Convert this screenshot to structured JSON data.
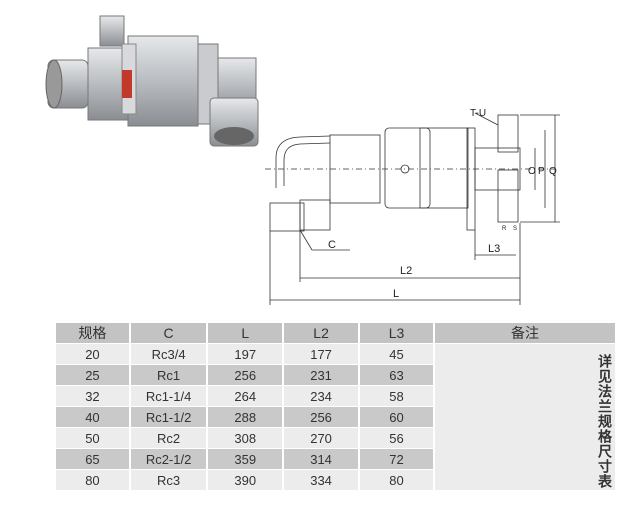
{
  "drawing": {
    "labels": {
      "tu": "T-U",
      "o": "O",
      "p": "P",
      "q": "Q",
      "r": "R",
      "s": "S",
      "c": "C",
      "l3": "L3",
      "l2": "L2",
      "l": "L"
    }
  },
  "table": {
    "headers": [
      "规格",
      "C",
      "L",
      "L2",
      "L3",
      "备注"
    ],
    "rows": [
      [
        "20",
        "Rc3/4",
        "197",
        "177",
        "45"
      ],
      [
        "25",
        "Rc1",
        "256",
        "231",
        "63"
      ],
      [
        "32",
        "Rc1-1/4",
        "264",
        "234",
        "58"
      ],
      [
        "40",
        "Rc1-1/2",
        "288",
        "256",
        "60"
      ],
      [
        "50",
        "Rc2",
        "308",
        "270",
        "56"
      ],
      [
        "65",
        "Rc2-1/2",
        "359",
        "314",
        "72"
      ],
      [
        "80",
        "Rc3",
        "390",
        "334",
        "80"
      ]
    ],
    "note": "详见法兰规格尺寸表"
  }
}
